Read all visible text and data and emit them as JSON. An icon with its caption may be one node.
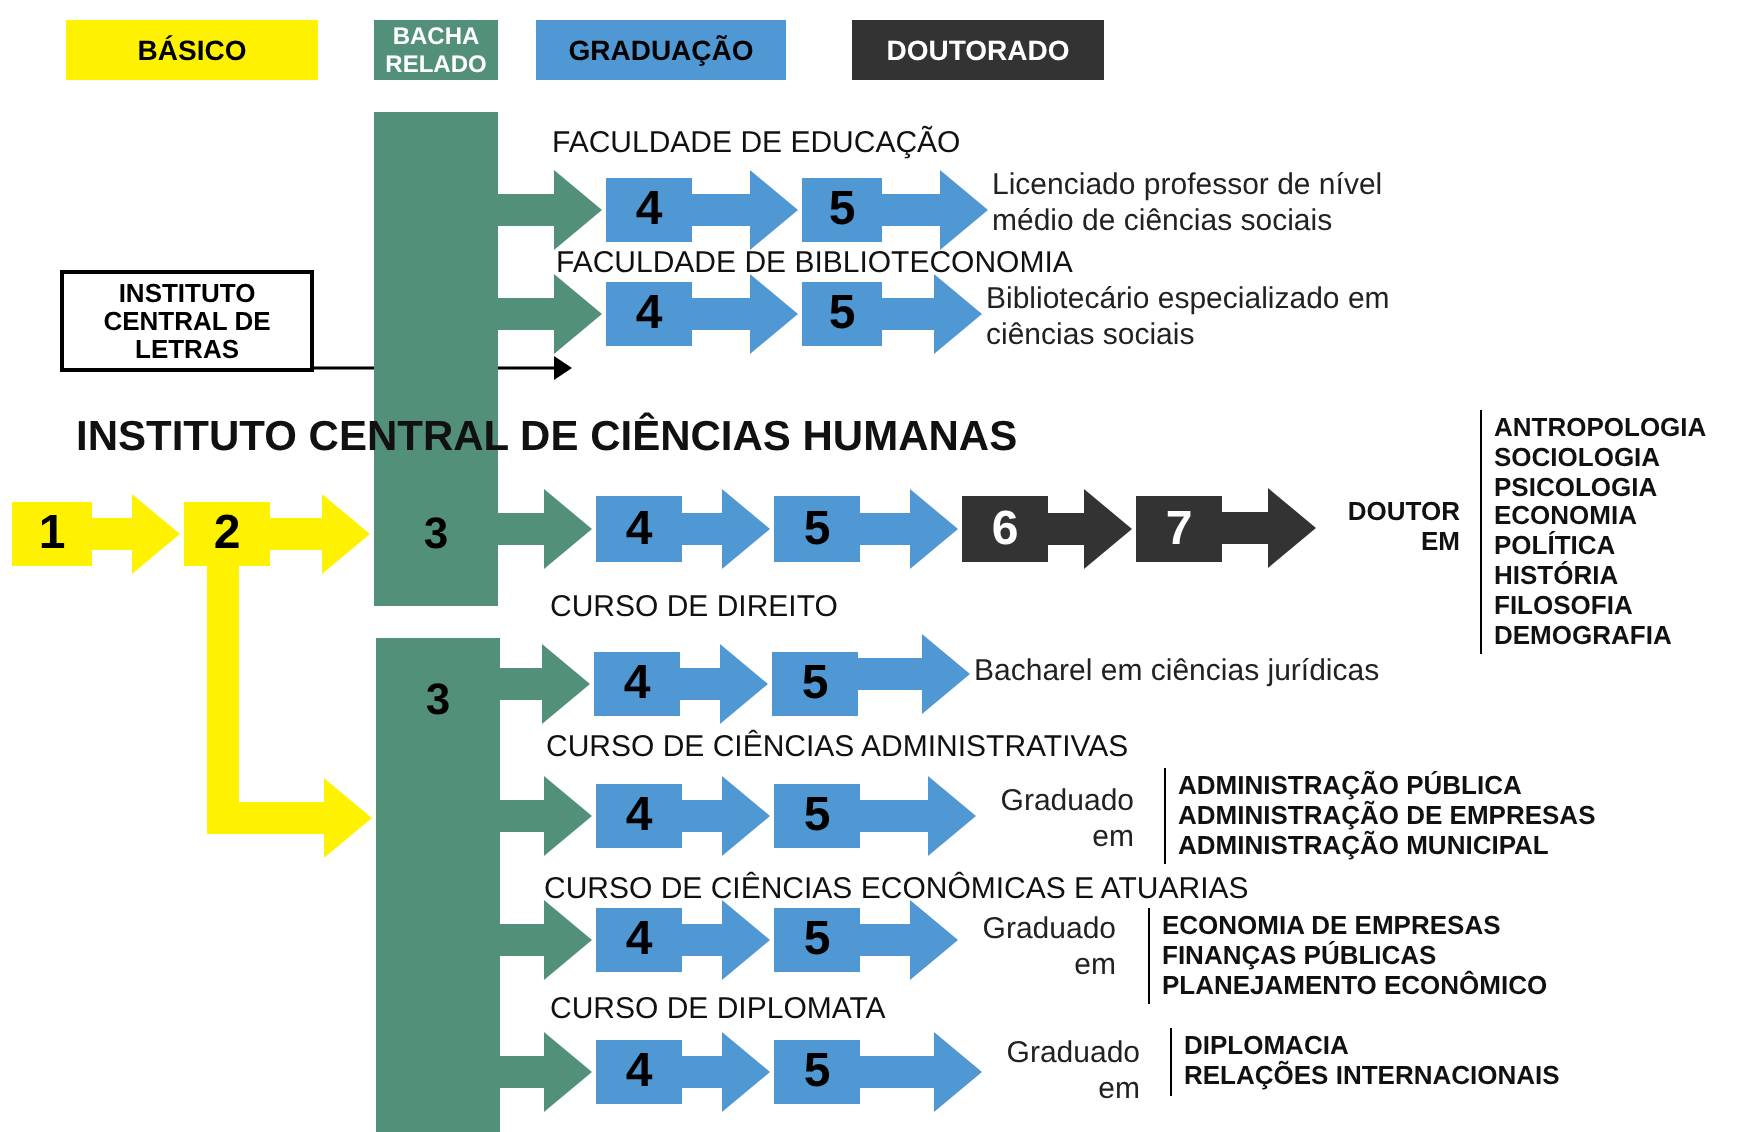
{
  "diagram": {
    "nodes": [
      {
        "text": [
          "1"
        ]
      },
      {
        "text": [
          "2"
        ]
      },
      {
        "text": [
          "3"
        ]
      },
      {
        "text": [
          "INSTITUTO CENTRAL DE LETRAS"
        ]
      },
      {
        "text": [
          "4"
        ]
      },
      {
        "text": [
          "5"
        ]
      },
      {
        "text": [
          "Licenciado professor de nível médio de ciências sociais"
        ]
      },
      {
        "text": [
          "4"
        ]
      },
      {
        "text": [
          "5"
        ]
      },
      {
        "text": [
          "Bibliotecário especializado em ciências sociais"
        ]
      },
      {
        "text": [
          "4"
        ]
      },
      {
        "text": [
          "5"
        ]
      },
      {
        "text": [
          "6"
        ]
      },
      {
        "text": [
          "7"
        ]
      },
      {
        "text": [
          "DOUTOR EM"
        ],
        "beside": [
          "ANTROPOLOGIA",
          "SOCIOLOGIA",
          "PSICOLOGIA",
          "ECONOMIA",
          "POLÍTICA",
          "HISTÓRIA",
          "FILOSOFIA",
          "DEMOGRAFIA"
        ]
      },
      {
        "text": [
          "3"
        ]
      },
      {
        "text": [
          "4"
        ]
      },
      {
        "text": [
          "5"
        ]
      },
      {
        "text": [
          "Bacharel em ciências jurídicas"
        ]
      },
      {
        "text": [
          "4"
        ]
      },
      {
        "text": [
          "5"
        ]
      },
      {
        "text": [
          "Graduado em"
        ],
        "beside": [
          "ADMINISTRAÇÃO PÚBLICA",
          "ADMINISTRAÇÃO DE EMPRESAS",
          "ADMINISTRAÇÃO MUNICIPAL"
        ]
      },
      {
        "text": [
          "4"
        ]
      },
      {
        "text": [
          "5"
        ]
      },
      {
        "text": [
          "Graduado em"
        ],
        "beside": [
          "ECONOMIA DE EMPRESAS",
          "FINANÇAS PÚBLICAS",
          "PLANEJAMENTO ECONÔMICO"
        ]
      },
      {
        "text": [
          "4"
        ]
      },
      {
        "text": [
          "5"
        ]
      },
      {
        "text": [
          "Graduado em"
        ],
        "beside": [
          "DIPLOMACIA",
          "RELAÇÕES INTERNACIONAIS"
        ]
      }
    ],
    "edges": [
      {
        "from": 0,
        "to": 1,
        "arrow": "to",
        "color": "#fff200"
      },
      {
        "from": 1,
        "to": 2,
        "arrow": "to",
        "color": "#fff200"
      },
      {
        "from": 1,
        "to": 15,
        "arrow": "to",
        "color": "#fff200"
      },
      {
        "from": 3,
        "to": null,
        "arrow": "to",
        "color": "#000000"
      },
      {
        "from": 2,
        "to": 4,
        "arrow": "to",
        "color": "#52907a"
      },
      {
        "from": 4,
        "to": 5,
        "arrow": "to"
      },
      {
        "from": 5,
        "to": 6,
        "arrow": "to"
      },
      {
        "from": 2,
        "to": 7,
        "arrow": "to",
        "color": "#52907a"
      },
      {
        "from": 7,
        "to": 8,
        "arrow": "to"
      },
      {
        "from": 8,
        "to": 9,
        "arrow": "to"
      },
      {
        "from": 2,
        "to": 10,
        "arrow": "to",
        "color": "#52907a"
      },
      {
        "from": 10,
        "to": 11,
        "arrow": "to"
      },
      {
        "from": 11,
        "to": 12,
        "arrow": "to"
      },
      {
        "from": 12,
        "to": 13,
        "arrow": "to",
        "color": "#333333"
      },
      {
        "from": 13,
        "to": 14,
        "arrow": "to",
        "color": "#333333"
      },
      {
        "from": 15,
        "to": 16,
        "arrow": "to",
        "color": "#52907a"
      },
      {
        "from": 16,
        "to": 17,
        "arrow": "to"
      },
      {
        "from": 17,
        "to": 18,
        "arrow": "to"
      },
      {
        "from": 15,
        "to": 19,
        "arrow": "to",
        "color": "#52907a"
      },
      {
        "from": 19,
        "to": 20,
        "arrow": "to"
      },
      {
        "from": 20,
        "to": 21,
        "arrow": "to"
      },
      {
        "from": 15,
        "to": 22,
        "arrow": "to",
        "color": "#52907a"
      },
      {
        "from": 22,
        "to": 23,
        "arrow": "to"
      },
      {
        "from": 23,
        "to": 24,
        "arrow": "to"
      },
      {
        "from": 15,
        "to": 25,
        "arrow": "to",
        "color": "#52907a"
      },
      {
        "from": 25,
        "to": 26,
        "arrow": "to"
      },
      {
        "from": 26,
        "to": 27,
        "arrow": "to"
      }
    ],
    "labels": [
      "FACULDADE DE EDUCAÇÃO",
      "FACULDADE DE BIBLIOTECONOMIA",
      "INSTITUTO CENTRAL DE CIÊNCIAS HUMANAS",
      "CURSO DE DIREITO",
      "CURSO DE CIÊNCIAS ADMINISTRATIVAS",
      "CURSO DE CIÊNCIAS ECONÔMICAS E ATUARIAS",
      "CURSO DE DIPLOMATA"
    ],
    "legend": [
      {
        "text": "BÁSICO",
        "color": "#fff200"
      },
      {
        "text": "BACHA RELADO",
        "color": "#52907a"
      },
      {
        "text": "GRADUAÇÃO",
        "color": "#4f98d3"
      },
      {
        "text": "DOUTORADO",
        "color": "#333333"
      }
    ]
  }
}
